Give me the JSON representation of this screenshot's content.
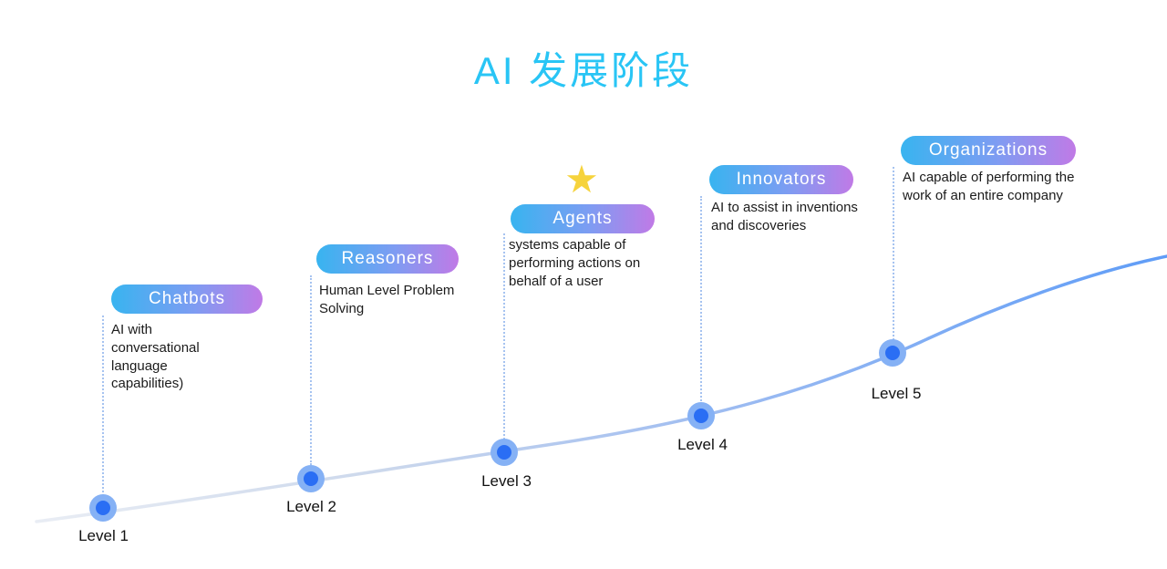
{
  "title": "AI 发展阶段",
  "icons": {
    "star": "★"
  },
  "colors": {
    "title": "#29c5f5",
    "pill_gradient_start": "#38b4f0",
    "pill_gradient_end": "#c07ae6",
    "dot_inner": "#2a6ef4",
    "dot_ring": "#85b1f5",
    "curve_end": "#5e9cf7",
    "star": "#f6d33c"
  },
  "levels": [
    {
      "level_label": "Level 1",
      "pill_label": "Chatbots",
      "description": "AI with conversational language capabilities)"
    },
    {
      "level_label": "Level 2",
      "pill_label": "Reasoners",
      "description": "Human Level Problem Solving"
    },
    {
      "level_label": "Level 3",
      "pill_label": "Agents",
      "description": "systems capable of performing actions on behalf of a user"
    },
    {
      "level_label": "Level 4",
      "pill_label": "Innovators",
      "description": "AI to assist in inventions and discoveries"
    },
    {
      "level_label": "Level 5",
      "pill_label": "Organizations",
      "description": "AI capable of performing the work of an entire company"
    }
  ]
}
